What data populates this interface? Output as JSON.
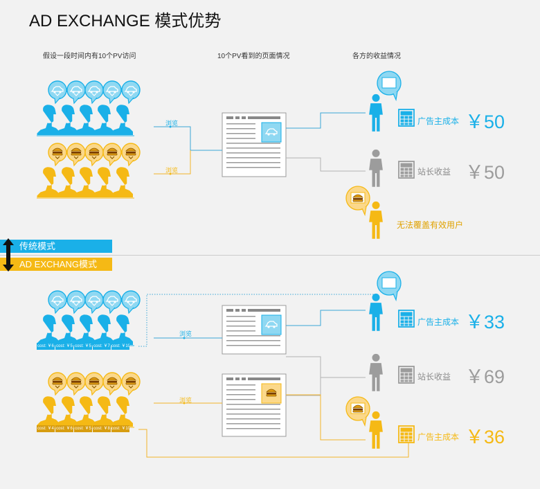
{
  "title": "AD EXCHANGE 模式优势",
  "column_headers": {
    "visits": "假设一段时间内有10个PV访问",
    "pages": "10个PV看到的页面情况",
    "revenue": "各方的收益情况"
  },
  "browse_label": "浏览",
  "legend": {
    "traditional": "传统模式",
    "adexchange": "AD EXCHANG模式"
  },
  "colors": {
    "blue": "#1ab0e8",
    "yellow": "#f5b915",
    "gray": "#9c9c9c",
    "blue_bubble": "#8fd8f2",
    "yellow_bubble": "#fbd88a",
    "line_blue": "#39a6d6",
    "line_yellow": "#f2b429",
    "line_gray": "#b3b3b3"
  },
  "traditional": {
    "advertiser_cost_label": "广告主成本",
    "advertiser_cost_value": "￥50",
    "publisher_label": "站长收益",
    "publisher_value": "￥50",
    "uncovered_label": "无法覆盖有效用户"
  },
  "adexchange": {
    "advertiser1_label": "广告主成本",
    "advertiser1_value": "￥33",
    "publisher_label": "站长收益",
    "publisher_value": "￥69",
    "advertiser2_label": "广告主成本",
    "advertiser2_value": "￥36",
    "blue_costs": [
      "cost: ￥6",
      "cost: ￥5",
      "cost: ￥5",
      "cost: ￥7",
      "cost: ￥10"
    ],
    "yellow_costs": [
      "cost: ￥4",
      "cost: ￥6",
      "cost: ￥5",
      "cost: ￥8",
      "cost: ￥10"
    ]
  },
  "icons": {
    "bubble_blue": "car-bubble-icon",
    "bubble_yellow": "burger-bubble-icon",
    "person": "person-icon",
    "calculator": "calculator-icon",
    "webpage": "webpage-icon"
  }
}
